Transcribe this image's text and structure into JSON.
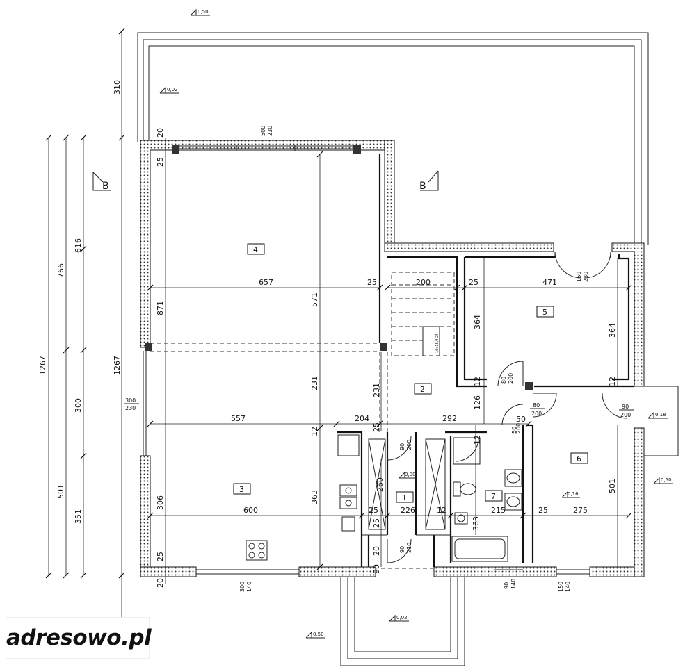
{
  "section_markers": {
    "left": "B",
    "right": "B"
  },
  "rooms": [
    {
      "id": "r4",
      "label": "4"
    },
    {
      "id": "r5",
      "label": "5"
    },
    {
      "id": "r2",
      "label": "2"
    },
    {
      "id": "r6",
      "label": "6"
    },
    {
      "id": "r3",
      "label": "3"
    },
    {
      "id": "r1",
      "label": "1"
    },
    {
      "id": "r7",
      "label": "7"
    }
  ],
  "level_markers": {
    "top": "0,50",
    "upper_left": "0,02",
    "right_mid": "0,18",
    "right_low": "0,50",
    "hall": "0,00",
    "room6": "0,16",
    "entrance": "0,02",
    "bottom": "0,50"
  },
  "vertical_dims": {
    "total_outer": "1267",
    "total_inner": "1267",
    "v766": "766",
    "v616": "616",
    "v300": "300",
    "v501": "501",
    "v351": "351",
    "v310": "310",
    "v871": "871",
    "v571": "571",
    "v231a": "231",
    "v231b": "231",
    "v363a": "363",
    "v363b": "363",
    "v306": "306",
    "v364a": "364",
    "v364b": "364",
    "v501r": "501",
    "v126": "126",
    "v260": "260",
    "v25a": "25",
    "v25b": "25",
    "v25c": "25",
    "v25d": "25",
    "v20a": "20",
    "v20b": "20",
    "v20c": "20",
    "v12a": "12",
    "v12b": "12",
    "v12c": "12",
    "v12d": "12",
    "v12e": "12",
    "v90": "90",
    "v50": "50"
  },
  "horizontal_dims": {
    "h657": "657",
    "h25a": "25",
    "h200": "200",
    "h25b": "25",
    "h471": "471",
    "h557": "557",
    "h204": "204",
    "h292": "292",
    "h600": "600",
    "h25c": "25",
    "h226": "226",
    "h12": "12",
    "h215": "215",
    "h25d": "25",
    "h275": "275"
  },
  "openings": {
    "top_window": [
      "500",
      "230"
    ],
    "left_window": [
      "300",
      "230"
    ],
    "bottom_window_left": [
      "300",
      "140"
    ],
    "bottom_window_bath": [
      "90",
      "140"
    ],
    "bottom_window_r6": [
      "150",
      "140"
    ],
    "door_r5": [
      "160",
      "230"
    ],
    "door_stair": [
      "80",
      "200"
    ],
    "door_hall": [
      "80",
      "200"
    ],
    "door_r6": [
      "90",
      "200"
    ],
    "door_wc": [
      "90",
      "200"
    ],
    "door_entry": [
      "90",
      "210"
    ],
    "door_50": [
      "50",
      "200"
    ]
  },
  "stair_note": "16x18,9 25",
  "watermark": "adresowo.pl"
}
